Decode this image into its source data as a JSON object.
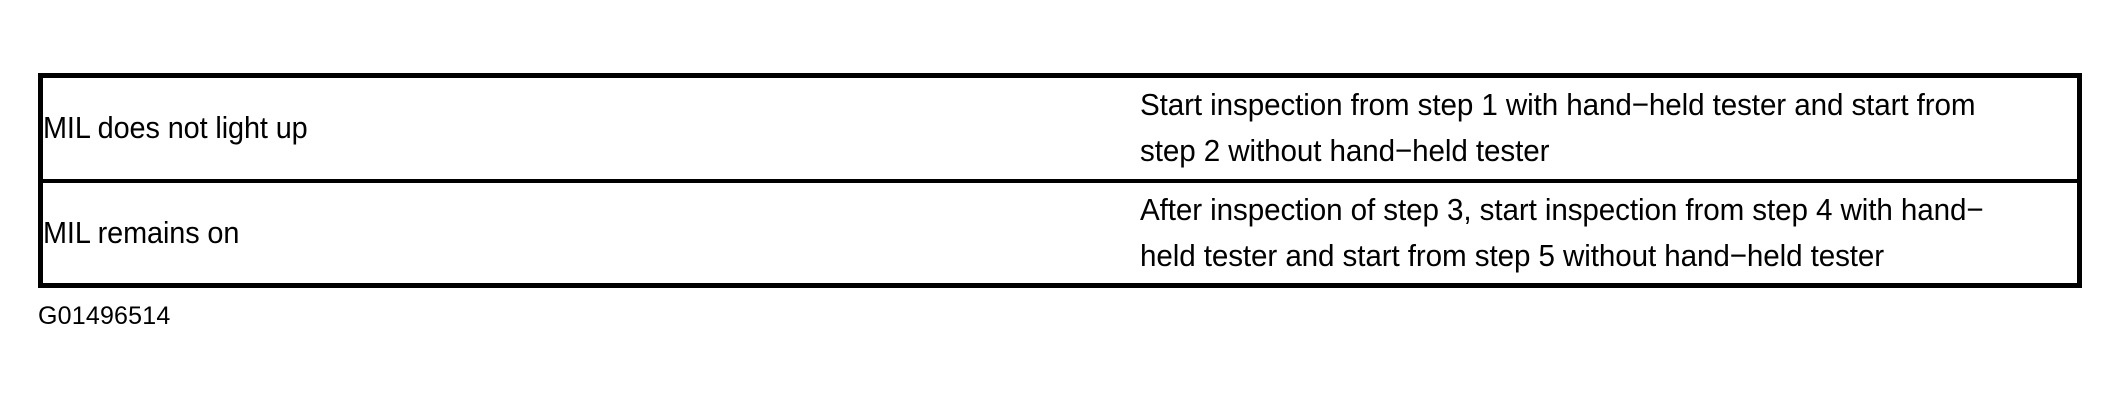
{
  "document": {
    "figure_code": "G01496514"
  },
  "table": {
    "columns": [
      {
        "key": "condition",
        "header": ""
      },
      {
        "key": "action",
        "header": ""
      }
    ],
    "rows": [
      {
        "condition": "MIL does not light up",
        "action": "Start inspection from step 1 with hand−held tester and start from\nstep 2 without hand−held tester"
      },
      {
        "condition": "MIL remains on",
        "action": "After inspection of step 3, start inspection from step 4 with hand−\nheld tester and start from step 5 without hand−held tester"
      }
    ]
  },
  "colors": {
    "border": "#000000",
    "text": "#000000",
    "background": "#ffffff"
  }
}
